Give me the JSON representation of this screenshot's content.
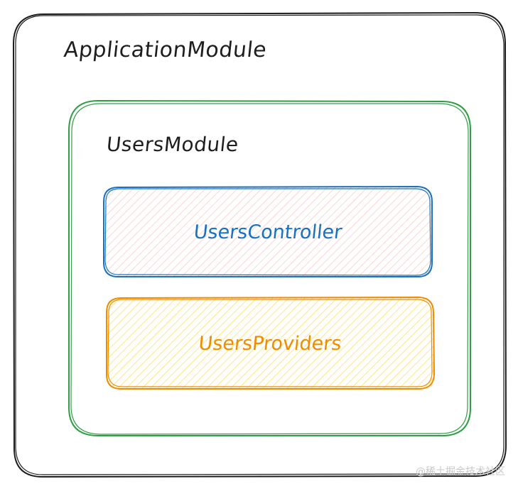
{
  "application_module": {
    "label": "ApplicationModule",
    "border_color": "#1e1e1e"
  },
  "users_module": {
    "label": "UsersModule",
    "border_color": "#2f9e44"
  },
  "users_controller": {
    "label": "UsersController",
    "border_color": "#1971c2",
    "fill_color": "#ffc9c9"
  },
  "users_providers": {
    "label": "UsersProviders",
    "border_color": "#f08c00",
    "fill_color": "#ffec99"
  },
  "watermark": {
    "text": "@稀土掘金技术社区"
  }
}
